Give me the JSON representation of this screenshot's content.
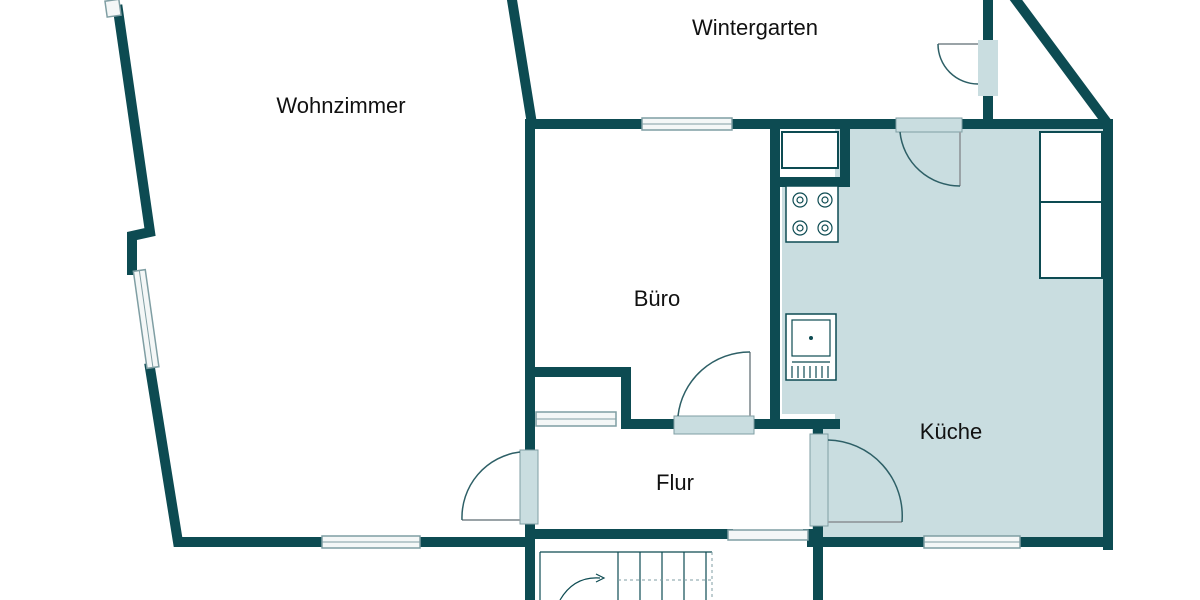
{
  "colors": {
    "wall": "#0d4b52",
    "kitchen_fill": "#c9dde0",
    "door_jamb": "#c9dde0",
    "background": "#ffffff"
  },
  "rooms": {
    "living_room": "Wohnzimmer",
    "winter_garden": "Wintergarten",
    "office": "Büro",
    "kitchen": "Küche",
    "hallway": "Flur"
  }
}
